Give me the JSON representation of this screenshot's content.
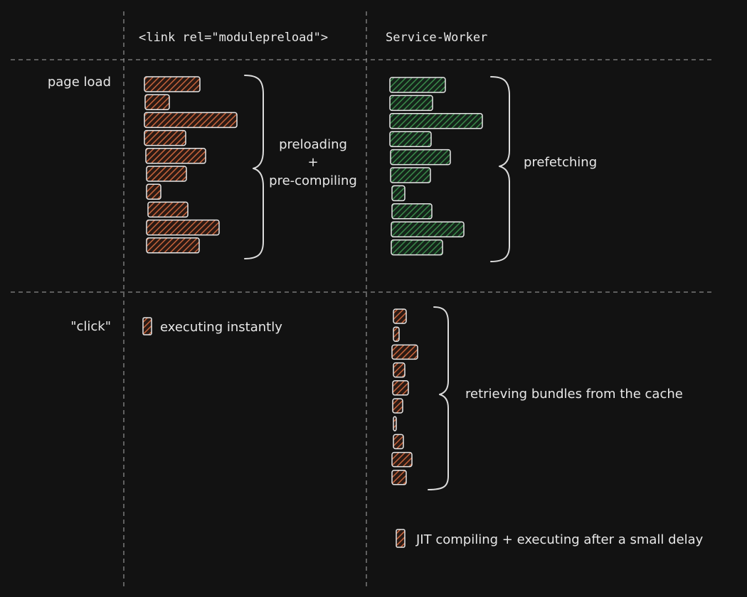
{
  "colors": {
    "background": "#121212",
    "preload_bar": "#c8643c",
    "prefetch_bar": "#3a8a4a",
    "cache_bar": "#c8643c",
    "outline": "#e6e6e6",
    "text": "#e8e8e8"
  },
  "headers": {
    "col_modulepreload": "<link rel=\"modulepreload\">",
    "col_service_worker": "Service-Worker"
  },
  "rows": {
    "page_load": "page load",
    "click": "\"click\""
  },
  "annotations": {
    "preloading_line1": "preloading",
    "preloading_plus": "+",
    "preloading_line2": "pre-compiling",
    "prefetching": "prefetching",
    "executing_instantly": "executing instantly",
    "retrieving": "retrieving bundles from the cache",
    "jit": "JIT compiling + executing after a small delay"
  },
  "bar_groups": {
    "modulepreload_page_load": [
      78,
      34,
      130,
      58,
      84,
      56,
      20,
      56,
      102,
      74
    ],
    "service_worker_page_load": [
      78,
      60,
      130,
      58,
      84,
      56,
      18,
      56,
      102,
      72
    ],
    "service_worker_click": [
      18,
      8,
      36,
      16,
      22,
      14,
      4,
      14,
      28,
      20
    ]
  }
}
